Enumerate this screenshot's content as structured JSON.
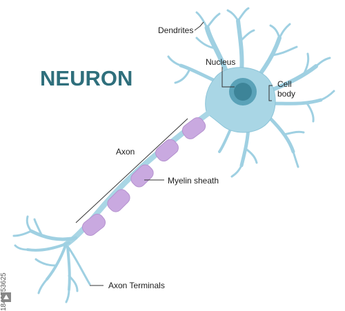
{
  "title": "NEURON",
  "labels": {
    "dendrites": "Dendrites",
    "nucleus": "Nucleus",
    "cell_body_line1": "Cell",
    "cell_body_line2": "body",
    "axon": "Axon",
    "myelin_sheath": "Myelin sheath",
    "axon_terminals": "Axon Terminals"
  },
  "watermark": {
    "id": "1840753625"
  },
  "colors": {
    "neuron": "#a9d6e5",
    "neuron_outline": "#7fbcd2",
    "nucleus_outer": "#58a0b6",
    "nucleus_inner": "#3f8aa0",
    "myelin": "#c8a8e0",
    "myelin_dark": "#b08acd",
    "title": "#2f6f7c"
  }
}
